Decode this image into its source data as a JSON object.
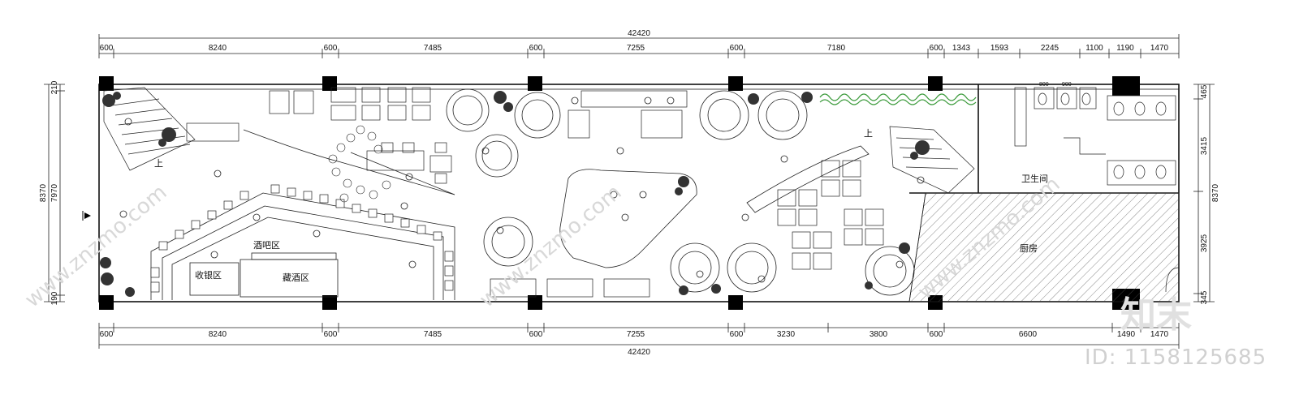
{
  "title": "",
  "dimensions": {
    "overall_top": "42420",
    "overall_bottom": "42420",
    "top": [
      "600",
      "8240",
      "600",
      "7485",
      "600",
      "7255",
      "600",
      "7180",
      "600",
      "1343",
      "1593",
      "2245",
      "1100",
      "1190",
      "1470"
    ],
    "bottom": [
      "600",
      "8240",
      "600",
      "7485",
      "600",
      "7255",
      "600",
      "3230",
      "3800",
      "600",
      "6600",
      "1490",
      "1470"
    ],
    "left": [
      "8370",
      "7970",
      "210",
      "190"
    ],
    "right": [
      "465",
      "3415",
      "3925",
      "8370",
      "345"
    ]
  },
  "rooms": {
    "bar_area": "酒吧区",
    "cashier_area": "收银区",
    "wine_storage": "藏酒区",
    "restroom": "卫生间",
    "kitchen": "厨房",
    "stair_up_left": "上",
    "stair_up_right": "上"
  },
  "toilet_dims": [
    "800",
    "900"
  ],
  "watermark": {
    "id_text": "ID: 1158125685",
    "logo_text": "知末",
    "site_text": "www.znzmo.com"
  }
}
